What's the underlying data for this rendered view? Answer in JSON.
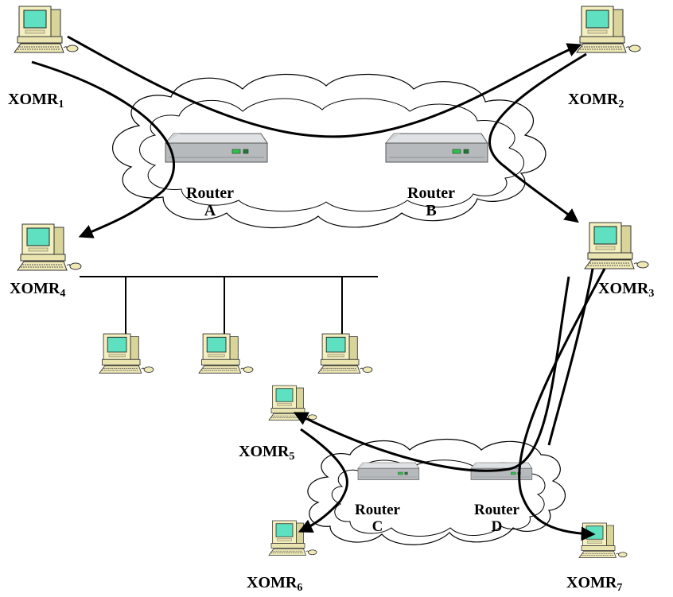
{
  "nodes": {
    "xomr1": {
      "name": "XOMR",
      "sub": "1"
    },
    "xomr2": {
      "name": "XOMR",
      "sub": "2"
    },
    "xomr3": {
      "name": "XOMR",
      "sub": "3"
    },
    "xomr4": {
      "name": "XOMR",
      "sub": "4"
    },
    "xomr5": {
      "name": "XOMR",
      "sub": "5"
    },
    "xomr6": {
      "name": "XOMR",
      "sub": "6"
    },
    "xomr7": {
      "name": "XOMR",
      "sub": "7"
    }
  },
  "routers": {
    "a": {
      "line1": "Router",
      "line2": "A"
    },
    "b": {
      "line1": "Router",
      "line2": "B"
    },
    "c": {
      "line1": "Router",
      "line2": "C"
    },
    "d": {
      "line1": "Router",
      "line2": "D"
    }
  },
  "colors": {
    "cloud_stroke": "#000000",
    "cloud_fill": "#ffffff",
    "screen": "#5fe0c0",
    "computer_body": "#f4f0c0",
    "router_body": "#b8bcc0",
    "router_light": "#2cc24a"
  }
}
